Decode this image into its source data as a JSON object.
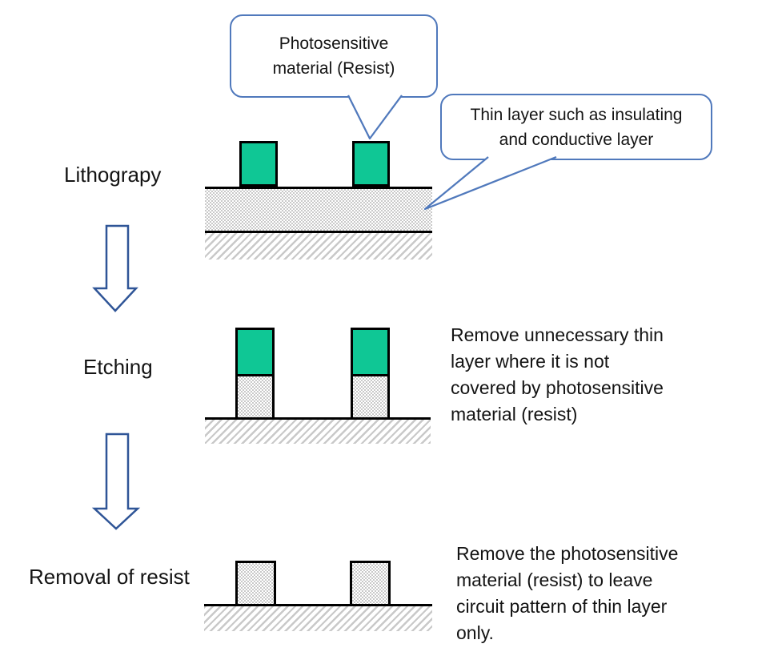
{
  "colors": {
    "resist_green": "#0FC795",
    "thin_layer_gray": "#C9C9C9",
    "substrate_gray": "#C9C9C9",
    "callout_border_blue": "#5079BC",
    "arrow_blue": "#2F5597"
  },
  "callouts": {
    "resist": {
      "text": "Photosensitive\nmaterial (Resist)"
    },
    "thin_layer": {
      "text": "Thin layer such as insulating\nand conductive layer"
    }
  },
  "stages": [
    {
      "label": "Lithograpy",
      "description": ""
    },
    {
      "label": "Etching",
      "description": "Remove unnecessary thin\nlayer where it is not\ncovered by photosensitive\nmaterial (resist)"
    },
    {
      "label": "Removal of resist",
      "description": "Remove the photosensitive\nmaterial (resist) to leave\ncircuit pattern of thin layer\nonly."
    }
  ]
}
